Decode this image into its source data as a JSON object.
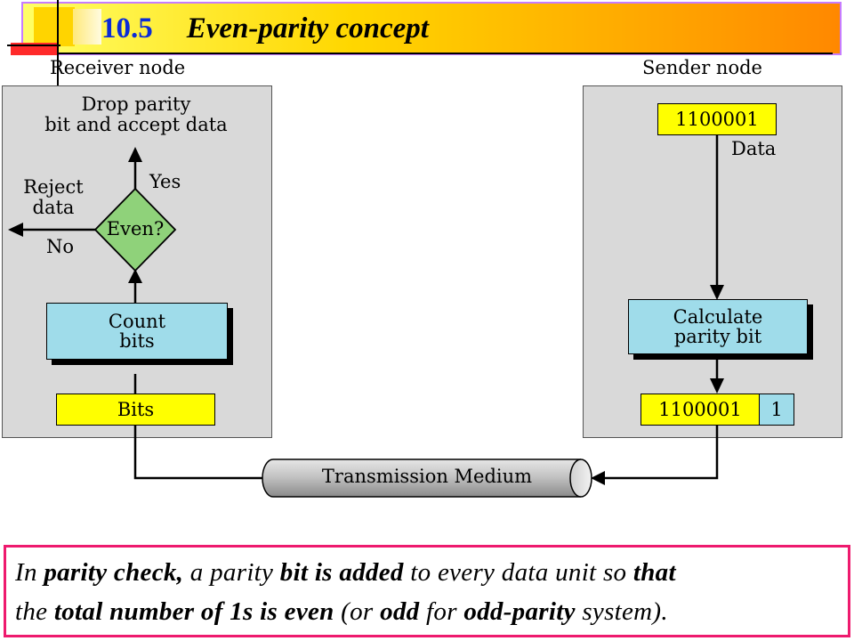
{
  "title": {
    "number": "10.5",
    "text": "Even-parity concept"
  },
  "receiver": {
    "label": "Receiver node",
    "drop_line1": "Drop parity",
    "drop_line2": "bit and accept data",
    "reject_line1": "Reject",
    "reject_line2": "data",
    "yes": "Yes",
    "no": "No",
    "decision": "Even?",
    "count_line1": "Count",
    "count_line2": "bits",
    "bits": "Bits"
  },
  "sender": {
    "label": "Sender node",
    "data_value": "1100001",
    "data_label": "Data",
    "calc_line1": "Calculate",
    "calc_line2": "parity bit",
    "out_data": "1100001",
    "parity_bit": "1"
  },
  "medium": {
    "label": "Transmission Medium"
  },
  "caption": {
    "l1_a": "In ",
    "l1_b": "parity check,",
    "l1_c": " a parity ",
    "l1_d": "bit is added",
    "l1_e": " to every data unit so ",
    "l1_f": "that",
    "l2_a": "the ",
    "l2_b": "total number of 1s is even",
    "l2_c": " (or ",
    "l2_d": "odd",
    "l2_e": " for ",
    "l2_f": "odd-parity",
    "l2_g": " system)."
  },
  "colors": {
    "yellow_box": "#ffff00",
    "blue_box": "#9fdcea",
    "decision_green": "#8fd27a",
    "panel_gray": "#d9d9d9",
    "title_blue": "#0b2bd8",
    "caption_border": "#ee1a6e"
  }
}
